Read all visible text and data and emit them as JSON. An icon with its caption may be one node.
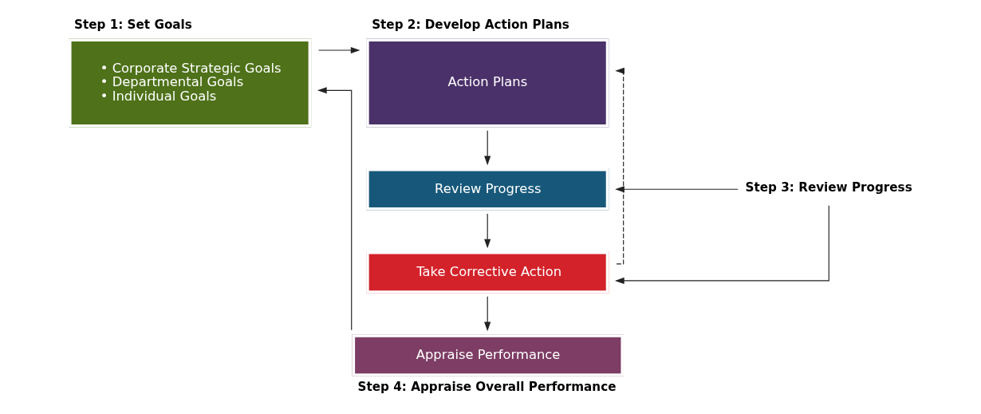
{
  "diagram": {
    "nodes": [
      {
        "text": [
          "Step 1: Set Goals",
          "• Corporate Strategic Goals",
          "• Departmental Goals",
          "• Individual Goals"
        ]
      },
      {
        "text": [
          "Step 2: Develop Action Plans",
          "Action Plans"
        ]
      },
      {
        "text": [
          "Review Progress"
        ]
      },
      {
        "text": [
          "Take Corrective Action"
        ]
      },
      {
        "text": [
          "Step 3: Review Progress"
        ]
      },
      {
        "text": [
          "Appraise Performance",
          "Step 4: Appraise Overall Performance"
        ]
      }
    ],
    "edges": [
      {
        "from": 0,
        "to": 1,
        "arrow": "to"
      },
      {
        "from": 1,
        "to": 2,
        "arrow": "to"
      },
      {
        "from": 2,
        "to": 3,
        "arrow": "to"
      },
      {
        "from": 3,
        "to": 1,
        "arrow": "to",
        "style": "dashed"
      },
      {
        "from": 4,
        "to": 2,
        "arrow": "to"
      },
      {
        "from": 4,
        "to": 3,
        "arrow": "to"
      },
      {
        "from": 3,
        "to": 5,
        "arrow": "to"
      },
      {
        "from": 5,
        "to": 0,
        "arrow": "to"
      }
    ]
  }
}
